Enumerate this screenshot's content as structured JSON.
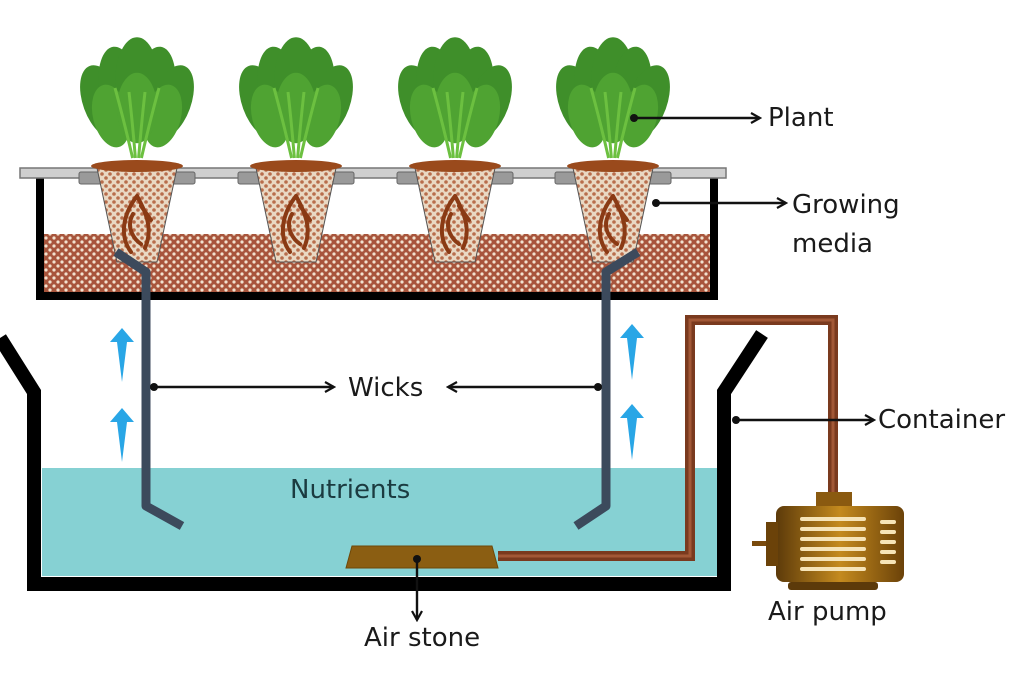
{
  "diagram": {
    "title": "Wick hydroponic system",
    "labels": {
      "plant": "Plant",
      "growing_media_line1": "Growing",
      "growing_media_line2": "media",
      "wicks": "Wicks",
      "container": "Container",
      "nutrients": "Nutrients",
      "air_stone": "Air stone",
      "air_pump": "Air pump"
    },
    "plant_count": 4,
    "colors": {
      "leaf": "#3f8f2a",
      "leaf_light": "#6cc040",
      "pot_rim": "#9a4a1c",
      "media": "#a8553c",
      "media_dot": "#f2e2cf",
      "tray_lid": "#b9b9b9",
      "wick": "#3c4a5c",
      "water": "#86d1d3",
      "wick_arrow": "#29a6e6",
      "container": "#000000",
      "air_tube": "#7a3a1e",
      "air_stone": "#8b5e12",
      "pump": "#a06a12"
    }
  }
}
